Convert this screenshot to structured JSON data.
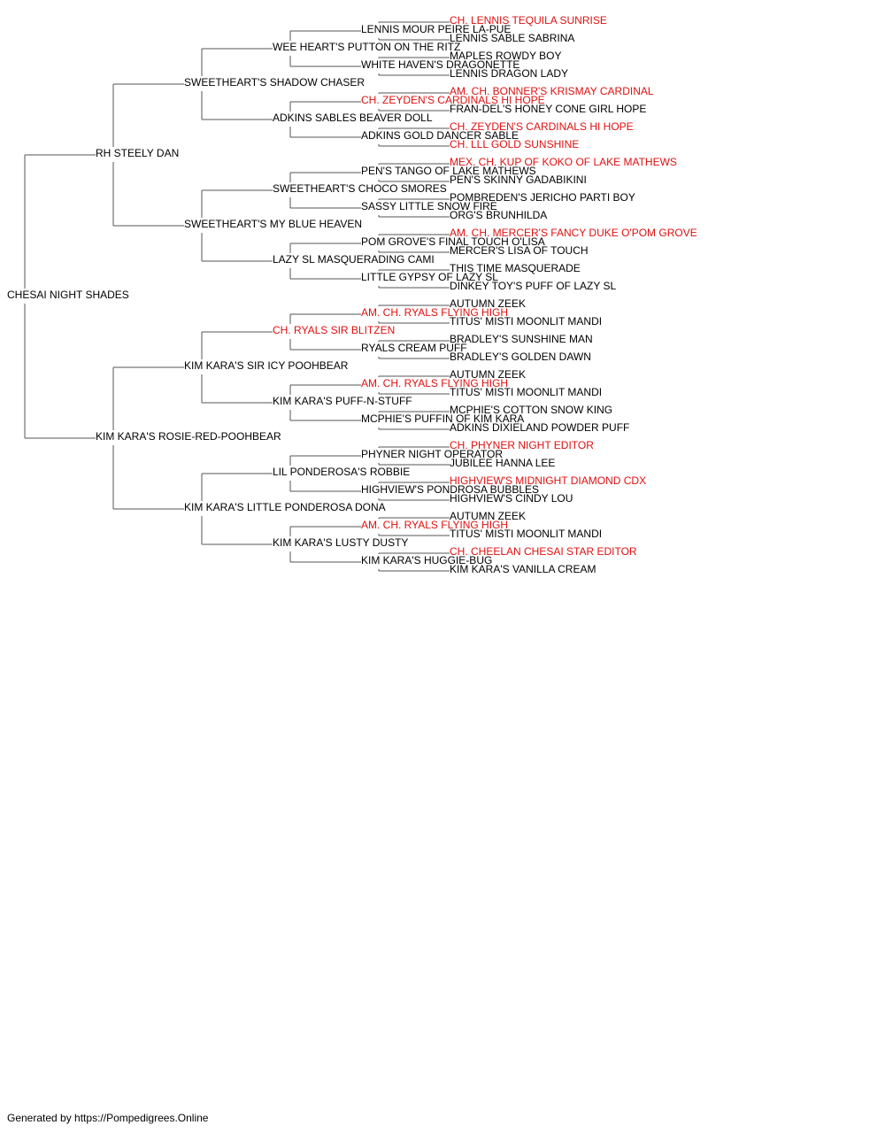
{
  "colors": {
    "champion": "#e01010",
    "normal": "#000000",
    "connector": "#555555"
  },
  "pedigree": {
    "name": "CHESAI NIGHT SHADES",
    "champion": false,
    "sire": {
      "name": "RH STEELY DAN",
      "champion": false,
      "sire": {
        "name": "SWEETHEART'S SHADOW CHASER",
        "champion": false,
        "sire": {
          "name": "WEE HEART'S PUTTON ON THE RITZ",
          "champion": false,
          "sire": {
            "name": "LENNIS MOUR PEIRE LA-PUE",
            "champion": false,
            "sire": {
              "name": "CH. LENNIS TEQUILA SUNRISE",
              "champion": true
            },
            "dam": {
              "name": "LENNIS SABLE SABRINA",
              "champion": false
            }
          },
          "dam": {
            "name": "WHITE HAVEN'S DRAGONETTE",
            "champion": false,
            "sire": {
              "name": "MAPLES ROWDY BOY",
              "champion": false
            },
            "dam": {
              "name": "LENNIS DRAGON LADY",
              "champion": false
            }
          }
        },
        "dam": {
          "name": "ADKINS SABLES BEAVER DOLL",
          "champion": false,
          "sire": {
            "name": "CH. ZEYDEN'S CARDINALS HI HOPE",
            "champion": true,
            "sire": {
              "name": "AM. CH. BONNER'S KRISMAY CARDINAL",
              "champion": true
            },
            "dam": {
              "name": "FRAN-DEL'S HONEY CONE GIRL HOPE",
              "champion": false
            }
          },
          "dam": {
            "name": "ADKINS GOLD DANCER SABLE",
            "champion": false,
            "sire": {
              "name": "CH. ZEYDEN'S CARDINALS HI HOPE",
              "champion": true
            },
            "dam": {
              "name": "CH. LLL GOLD SUNSHINE",
              "champion": true
            }
          }
        }
      },
      "dam": {
        "name": "SWEETHEART'S MY BLUE HEAVEN",
        "champion": false,
        "sire": {
          "name": "SWEETHEART'S CHOCO SMORES",
          "champion": false,
          "sire": {
            "name": "PEN'S TANGO OF LAKE MATHEWS",
            "champion": false,
            "sire": {
              "name": "MEX. CH. KUP OF KOKO OF LAKE MATHEWS",
              "champion": true
            },
            "dam": {
              "name": "PEN'S SKINNY GADABIKINI",
              "champion": false
            }
          },
          "dam": {
            "name": "SASSY LITTLE SNOW FIRE",
            "champion": false,
            "sire": {
              "name": "POMBREDEN'S JERICHO PARTI BOY",
              "champion": false
            },
            "dam": {
              "name": "ORG'S BRUNHILDA",
              "champion": false
            }
          }
        },
        "dam": {
          "name": "LAZY SL MASQUERADING CAMI",
          "champion": false,
          "sire": {
            "name": "POM GROVE'S FINAL TOUCH O'LISA",
            "champion": false,
            "sire": {
              "name": "AM. CH. MERCER'S FANCY DUKE O'POM GROVE",
              "champion": true
            },
            "dam": {
              "name": "MERCER'S LISA OF TOUCH",
              "champion": false
            }
          },
          "dam": {
            "name": "LITTLE GYPSY OF LAZY SL",
            "champion": false,
            "sire": {
              "name": "THIS TIME MASQUERADE",
              "champion": false
            },
            "dam": {
              "name": "DINKEY TOY'S PUFF OF LAZY SL",
              "champion": false
            }
          }
        }
      }
    },
    "dam": {
      "name": "KIM KARA'S ROSIE-RED-POOHBEAR",
      "champion": false,
      "sire": {
        "name": "KIM KARA'S SIR ICY POOHBEAR",
        "champion": false,
        "sire": {
          "name": "CH. RYALS SIR BLITZEN",
          "champion": true,
          "sire": {
            "name": "AM. CH. RYALS FLYING HIGH",
            "champion": true,
            "sire": {
              "name": "AUTUMN ZEEK",
              "champion": false
            },
            "dam": {
              "name": "TITUS' MISTI MOONLIT MANDI",
              "champion": false
            }
          },
          "dam": {
            "name": "RYALS CREAM PUFF",
            "champion": false,
            "sire": {
              "name": "BRADLEY'S SUNSHINE MAN",
              "champion": false
            },
            "dam": {
              "name": "BRADLEY'S GOLDEN DAWN",
              "champion": false
            }
          }
        },
        "dam": {
          "name": "KIM KARA'S PUFF-N-STUFF",
          "champion": false,
          "sire": {
            "name": "AM. CH. RYALS FLYING HIGH",
            "champion": true,
            "sire": {
              "name": "AUTUMN ZEEK",
              "champion": false
            },
            "dam": {
              "name": "TITUS' MISTI MOONLIT MANDI",
              "champion": false
            }
          },
          "dam": {
            "name": "MCPHIE'S PUFFIN OF KIM KARA",
            "champion": false,
            "sire": {
              "name": "MCPHIE'S COTTON SNOW KING",
              "champion": false
            },
            "dam": {
              "name": "ADKINS DIXIELAND POWDER PUFF",
              "champion": false
            }
          }
        }
      },
      "dam": {
        "name": "KIM KARA'S LITTLE PONDEROSA DONA",
        "champion": false,
        "sire": {
          "name": "LIL PONDEROSA'S ROBBIE",
          "champion": false,
          "sire": {
            "name": "PHYNER NIGHT OPERATOR",
            "champion": false,
            "sire": {
              "name": "CH. PHYNER NIGHT EDITOR",
              "champion": true
            },
            "dam": {
              "name": "JUBILEE HANNA LEE",
              "champion": false
            }
          },
          "dam": {
            "name": "HIGHVIEW'S PONDROSA BUBBLES",
            "champion": false,
            "sire": {
              "name": "HIGHVIEW'S MIDNIGHT DIAMOND CDX",
              "champion": true
            },
            "dam": {
              "name": "HIGHVIEW'S CINDY LOU",
              "champion": false
            }
          }
        },
        "dam": {
          "name": "KIM KARA'S LUSTY DUSTY",
          "champion": false,
          "sire": {
            "name": "AM. CH. RYALS FLYING HIGH",
            "champion": true,
            "sire": {
              "name": "AUTUMN ZEEK",
              "champion": false
            },
            "dam": {
              "name": "TITUS' MISTI MOONLIT MANDI",
              "champion": false
            }
          },
          "dam": {
            "name": "KIM KARA'S HUGGIE-BUG",
            "champion": false,
            "sire": {
              "name": "CH. CHEELAN CHESAI STAR EDITOR",
              "champion": true
            },
            "dam": {
              "name": "KIM KARA'S VANILLA CREAM",
              "champion": false
            }
          }
        }
      }
    }
  },
  "footer": {
    "text": "Generated by https://Pompedigrees.Online"
  }
}
